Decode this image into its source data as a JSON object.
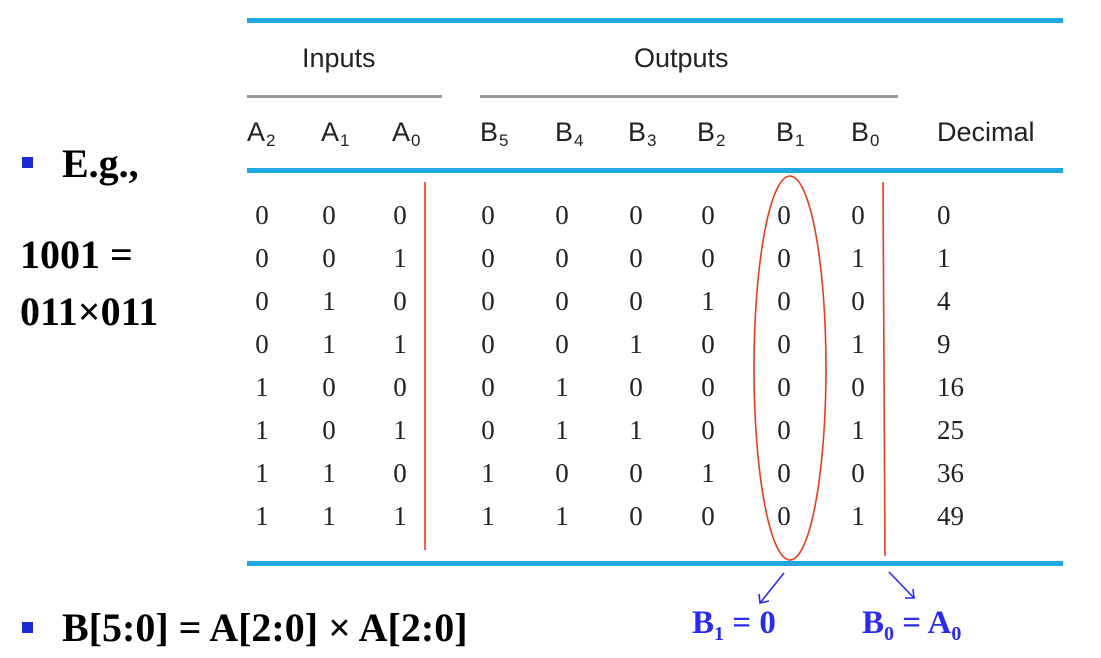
{
  "left": {
    "example_label": "E.g.,",
    "line1": "1001 =",
    "line2": "011×011"
  },
  "table": {
    "group_inputs": "Inputs",
    "group_outputs": "Outputs",
    "columns": [
      {
        "base": "A",
        "sub": "2"
      },
      {
        "base": "A",
        "sub": "1"
      },
      {
        "base": "A",
        "sub": "0"
      },
      {
        "base": "B",
        "sub": "5"
      },
      {
        "base": "B",
        "sub": "4"
      },
      {
        "base": "B",
        "sub": "3"
      },
      {
        "base": "B",
        "sub": "2"
      },
      {
        "base": "B",
        "sub": "1"
      },
      {
        "base": "B",
        "sub": "0"
      }
    ],
    "decimal_header": "Decimal",
    "rows": [
      [
        "0",
        "0",
        "0",
        "0",
        "0",
        "0",
        "0",
        "0",
        "0",
        "0"
      ],
      [
        "0",
        "0",
        "1",
        "0",
        "0",
        "0",
        "0",
        "0",
        "1",
        "1"
      ],
      [
        "0",
        "1",
        "0",
        "0",
        "0",
        "0",
        "1",
        "0",
        "0",
        "4"
      ],
      [
        "0",
        "1",
        "1",
        "0",
        "0",
        "1",
        "0",
        "0",
        "1",
        "9"
      ],
      [
        "1",
        "0",
        "0",
        "0",
        "1",
        "0",
        "0",
        "0",
        "0",
        "16"
      ],
      [
        "1",
        "0",
        "1",
        "0",
        "1",
        "1",
        "0",
        "0",
        "1",
        "25"
      ],
      [
        "1",
        "1",
        "0",
        "1",
        "0",
        "0",
        "1",
        "0",
        "0",
        "36"
      ],
      [
        "1",
        "1",
        "1",
        "1",
        "1",
        "0",
        "0",
        "0",
        "1",
        "49"
      ]
    ]
  },
  "bottom": {
    "equation": "B[5:0] = A[2:0] × A[2:0]"
  },
  "annotations": {
    "b1_base": "B",
    "b1_sub": "1",
    "b1_rest": " = 0",
    "b0_base": "B",
    "b0_sub": "0",
    "b0_mid": " = A",
    "a0_sub": "0"
  },
  "colors": {
    "rule_blue": "#1fa7e0",
    "annotation_red": "#e0401c",
    "annotation_blue": "#2b2bf0",
    "bullet": "#1a2bd6"
  }
}
